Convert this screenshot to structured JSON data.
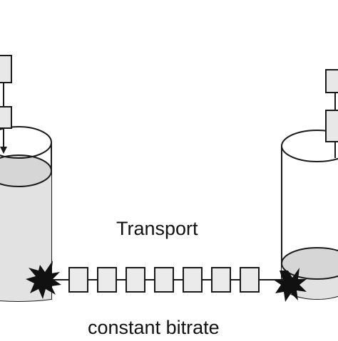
{
  "labels": {
    "transport": "Transport",
    "bitrate": "constant bitrate"
  },
  "colors": {
    "stroke": "#1a1a1a",
    "fill_light": "#ebebeb",
    "fill_mid": "#d9d9d9",
    "background": "#ffffff"
  },
  "packets": {
    "count": 7
  }
}
